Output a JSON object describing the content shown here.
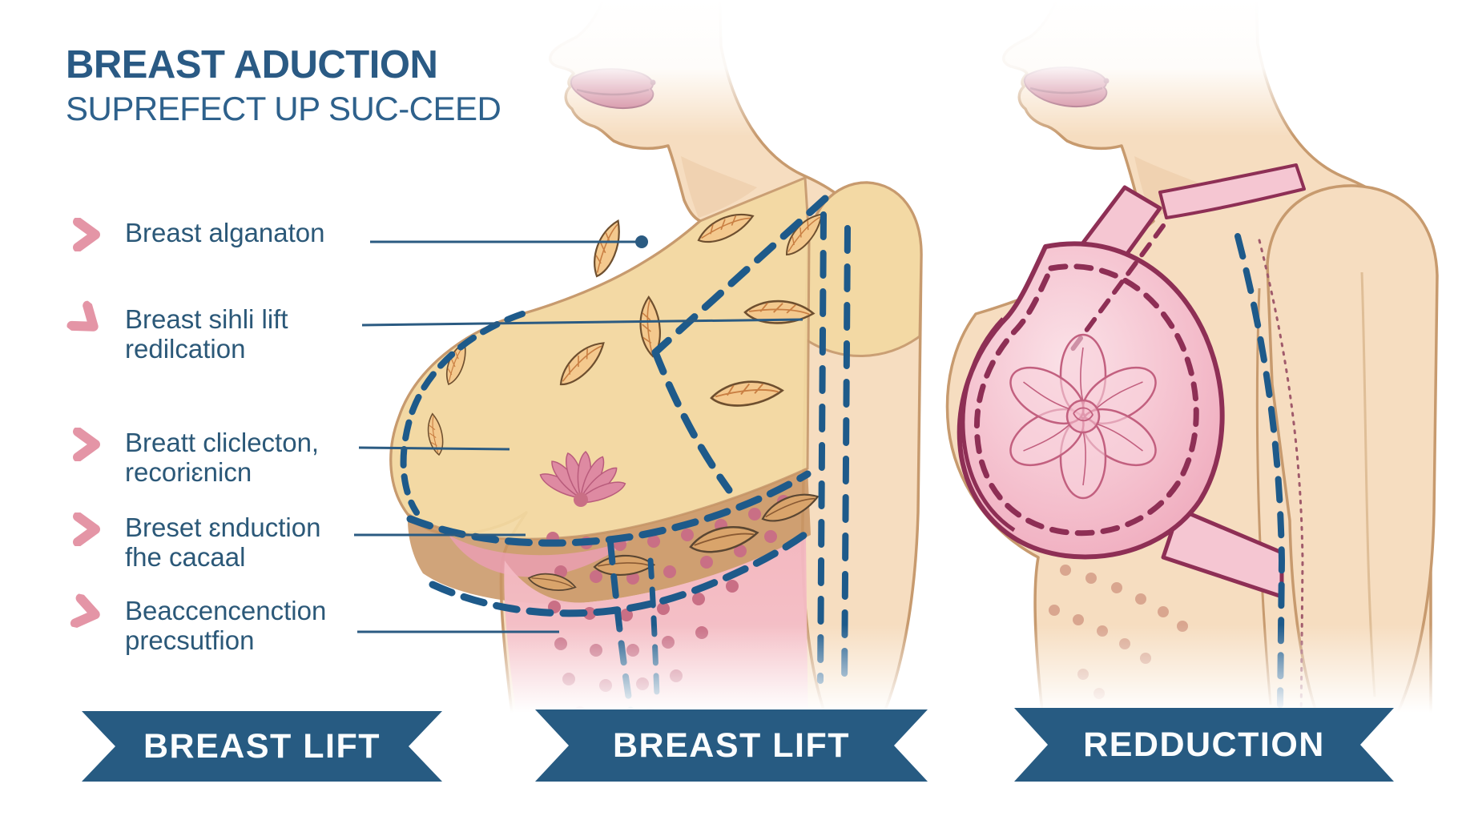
{
  "title": {
    "heading": "BREAST ADUCTION",
    "subheading": "SUPREFECT UP SUC-CEED"
  },
  "callouts": [
    {
      "line1": "Breast alganaton",
      "line2": ""
    },
    {
      "line1": "Breast sihli lift",
      "line2": "redilcation"
    },
    {
      "line1": "Breatt cliclecton,",
      "line2": "recoriɛnicn"
    },
    {
      "line1": "Breset ɛnduction",
      "line2": "fhe cacaal"
    },
    {
      "line1": "Beaccencenction",
      "line2": "precsutfion"
    }
  ],
  "banners": [
    {
      "label": "BREAST LIFT"
    },
    {
      "label": "BREAST LIFT"
    },
    {
      "label": "REDDUCTION"
    }
  ],
  "figures": [
    {
      "name": "breast-lift-anatomy-figure",
      "description": "woman profile with yellow tissue overlay, leaf pattern, navy dashed incision lines"
    },
    {
      "name": "reduction-figure",
      "description": "woman profile with pink bra, maroon dashed outline, flower pattern, dotted skin marks"
    }
  ],
  "colors": {
    "heading_blue": "#2A5A84",
    "list_blue": "#2B5878",
    "banner_blue": "#275B82",
    "chevron_pink": "#E495A6",
    "leader_line_blue": "#2B5B82",
    "dash_navy": "#1E5A8A",
    "skin": "#F6DDC0",
    "skin_outline": "#C79A6E",
    "overlay_yellow": "#F3D9A2",
    "band_tan": "#C89463",
    "tissue_pink": "#F5C3CB",
    "dot_pink": "#C96F85",
    "bra_pink": "#F5C6D2",
    "bra_maroon": "#8E2F55",
    "lips_rose": "#C4647F"
  }
}
